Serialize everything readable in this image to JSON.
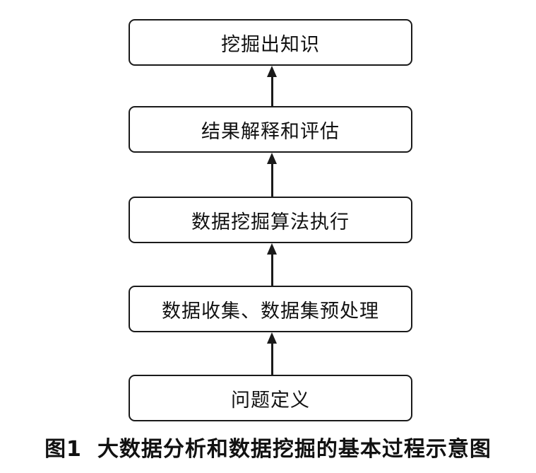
{
  "flow": {
    "steps": [
      "挖掘出知识",
      "结果解释和评估",
      "数据挖掘算法执行",
      "数据收集、数据集预处理",
      "问题定义"
    ]
  },
  "caption": {
    "label": "图1",
    "text": "大数据分析和数据挖掘的基本过程示意图"
  }
}
